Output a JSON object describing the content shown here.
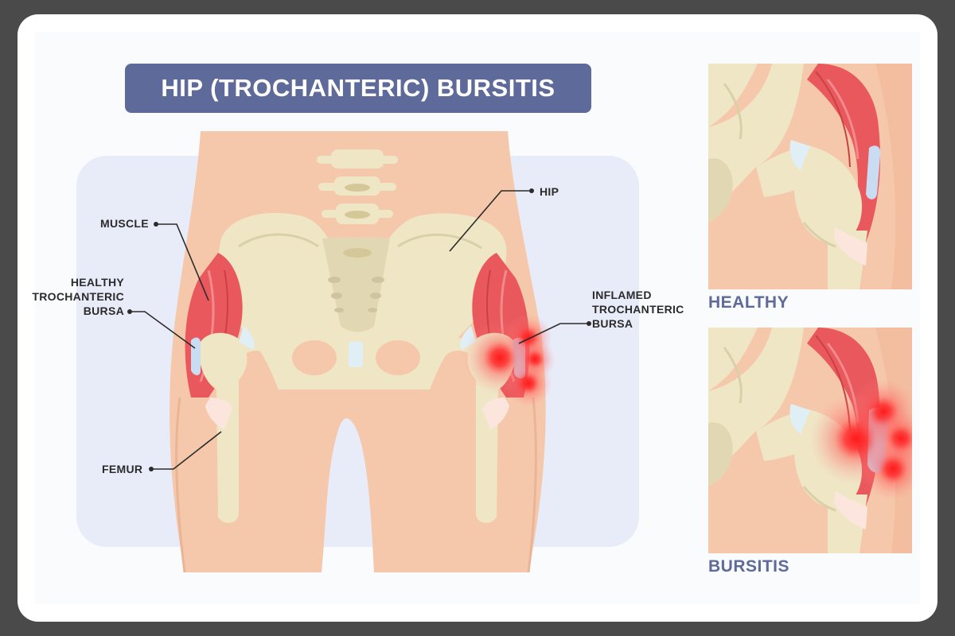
{
  "title": "HIP (TROCHANTERIC) BURSITIS",
  "labels": {
    "muscle": "MUSCLE",
    "healthy_bursa": [
      "HEALTHY",
      "TROCHANTERIC",
      "BURSA"
    ],
    "femur": "FEMUR",
    "hip": "HIP",
    "inflamed_bursa": [
      "INFLAMED",
      "TROCHANTERIC",
      "BURSA"
    ]
  },
  "panels": {
    "healthy": "HEALTHY",
    "bursitis": "BURSITIS"
  },
  "colors": {
    "title_bg": "#5e6a99",
    "skin": "#f6c8ab",
    "bone": "#efe6c6",
    "muscle": "#e9585c",
    "bursa": "#c9dcf1",
    "inflammation": "#ff2a2a",
    "backdrop": "#e8ecf8"
  }
}
